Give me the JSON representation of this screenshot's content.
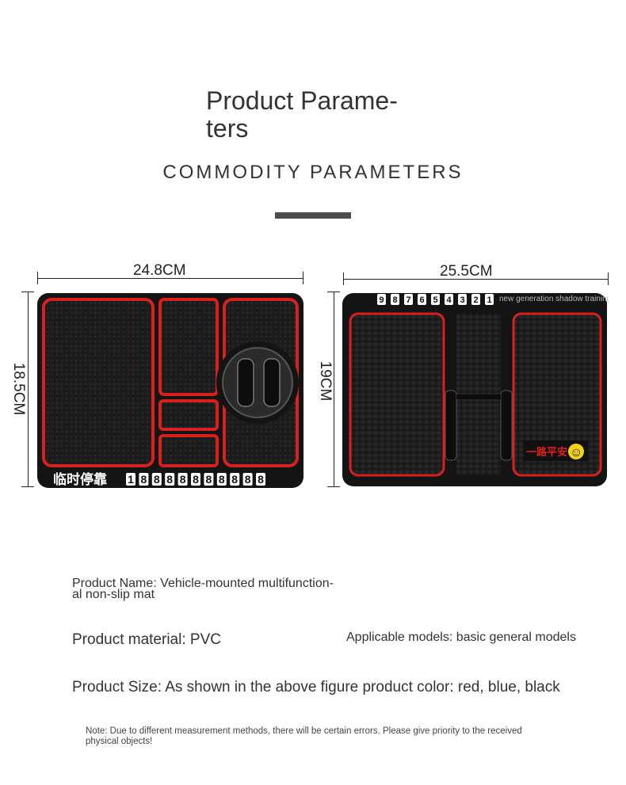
{
  "header": {
    "title_line1": "Product Parame-",
    "title_line2": "ters",
    "subtitle": "COMMODITY PARAMETERS"
  },
  "left_product": {
    "width_label": "24.8CM",
    "height_label": "18.5CM",
    "parking_text": "临时停靠",
    "phone_digits": [
      "1",
      "8",
      "8",
      "8",
      "8",
      "8",
      "8",
      "8",
      "8",
      "8",
      "8"
    ]
  },
  "right_product": {
    "width_label": "25.5CM",
    "height_label": "19CM",
    "phone_digits": [
      "9",
      "8",
      "7",
      "6",
      "5",
      "4",
      "3",
      "2",
      "1"
    ],
    "watermark": "new generation shadow training",
    "badge_text": "一路平安",
    "smiley": "☺"
  },
  "specs": {
    "name_line1": "Product Name: Vehicle-mounted multifunction-",
    "name_line2": "al non-slip mat",
    "material": "Product material: PVC",
    "models": "Applicable models: basic general models",
    "size_color": "Product Size: As shown in the above figure product color: red, blue, black",
    "note_line1": "Note: Due to different measurement methods, there will be certain errors. Please give priority to the received",
    "note_line2": "physical objects!"
  },
  "colors": {
    "mat": "#161616",
    "accent_red": "#d8201c",
    "divider": "#4d4d4d"
  }
}
